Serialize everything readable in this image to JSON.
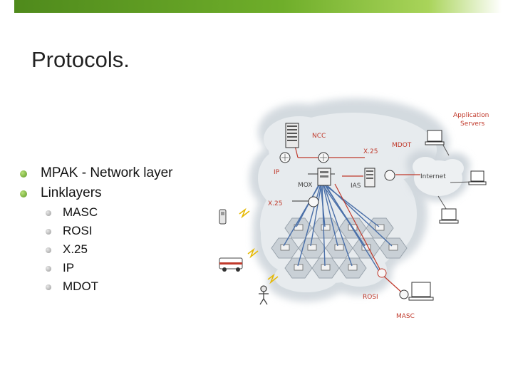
{
  "slide": {
    "title": "Protocols.",
    "bullets": [
      "MPAK - Network layer",
      "Linklayers"
    ],
    "sub_bullets": [
      "MASC",
      "ROSI",
      "X.25",
      "IP",
      "MDOT"
    ]
  },
  "diagram": {
    "labels": {
      "app_servers_1": "Application",
      "app_servers_2": "Servers",
      "ncc": "NCC",
      "mdot": "MDOT",
      "x25_top": "X.25",
      "ip": "IP",
      "internet": "Internet",
      "mox": "MOX",
      "ias": "IAS",
      "x25_left": "X.25",
      "rosi": "ROSI",
      "masc": "MASC"
    },
    "colors": {
      "label_red": "#c0392b",
      "cloud": "#d6dde3",
      "cables": "#4a6fa8"
    }
  }
}
